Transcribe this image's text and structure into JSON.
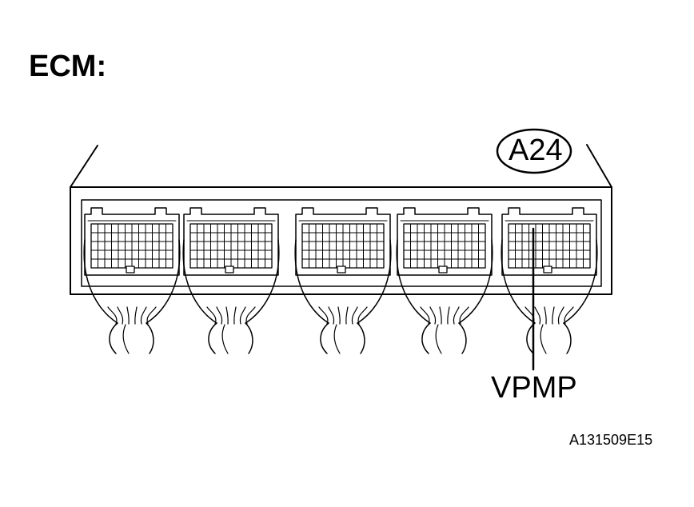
{
  "title": "ECM:",
  "connector_label": "A24",
  "pin_label": "VPMP",
  "figure_id": "A131509E15",
  "connector_count": 5
}
